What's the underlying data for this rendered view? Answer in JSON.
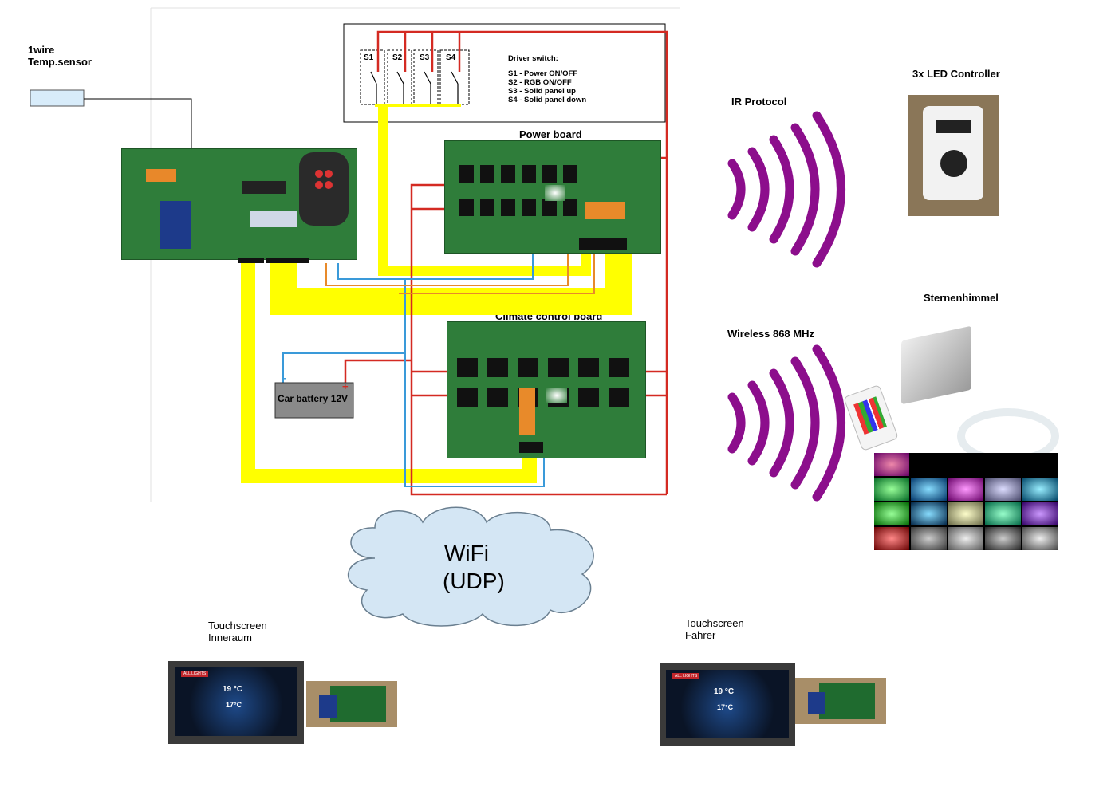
{
  "labels": {
    "temp_sensor": [
      "1wire",
      "Temp.sensor"
    ],
    "led_controller": "3x LED Controller",
    "ir_protocol": "IR Protocol",
    "sternenhimmel": "Sternenhimmel",
    "wireless": "Wireless 868 MHz",
    "power_board": "Power board",
    "climate_board": "Climate control board",
    "car_battery": "Car battery 12V",
    "wifi": [
      "WiFi",
      "(UDP)"
    ],
    "touch_inner": [
      "Touchscreen",
      "Inneraum"
    ],
    "touch_driver": [
      "Touchscreen",
      "Fahrer"
    ]
  },
  "switches": {
    "labels": [
      "S1",
      "S2",
      "S3",
      "S4"
    ],
    "title": "Driver switch:",
    "items": [
      "S1 - Power ON/OFF",
      "S2 - RGB ON/OFF",
      "S3 - Solid panel up",
      "S4 - Solid panel down"
    ]
  },
  "touch_ui": {
    "temp1": "19 °C",
    "temp2": "17°C",
    "menu": "ALL LIGHTS"
  },
  "colors": {
    "wire_yellow": "#ffff00",
    "wire_red": "#d42a22",
    "wire_blue": "#3a9ad9",
    "wire_orange": "#e88a2a",
    "signal_purple": "#8c0e8c",
    "cloud": "#d4e6f4",
    "pcb_green": "#2f7d3a"
  }
}
